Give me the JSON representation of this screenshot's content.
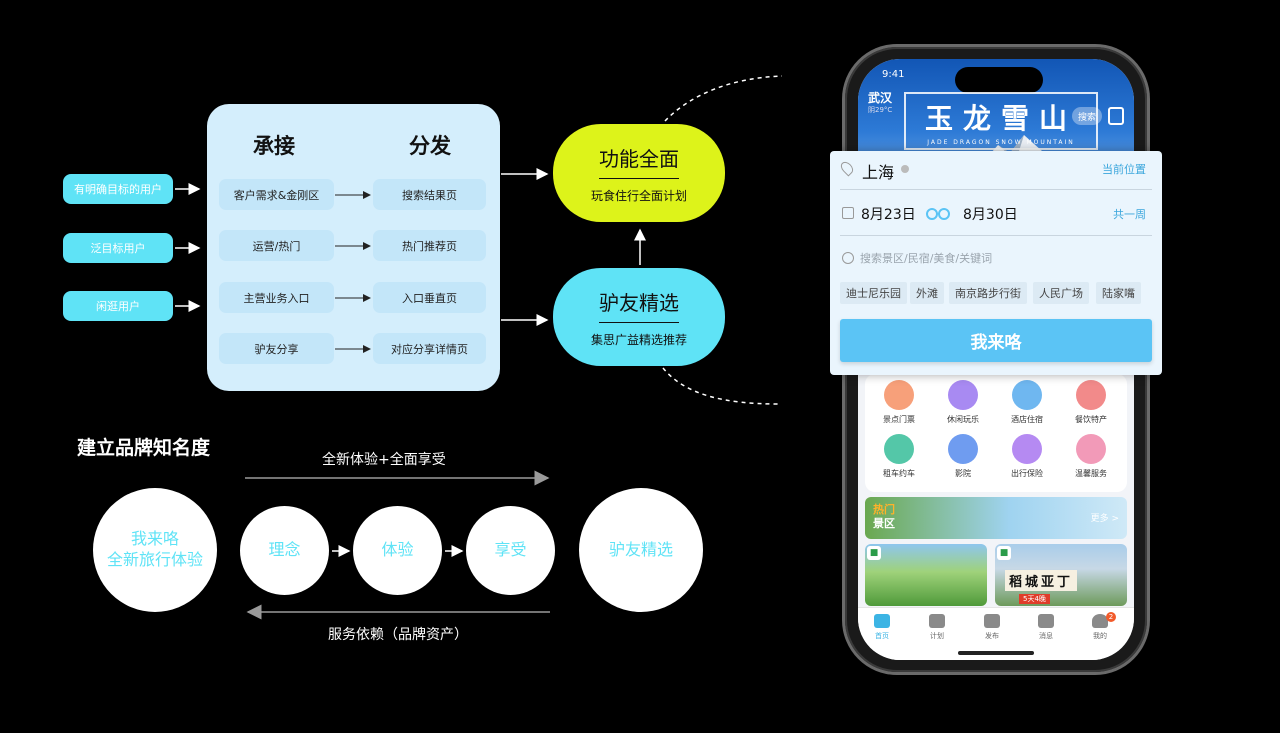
{
  "users": [
    "有明确目标的用户",
    "泛目标用户",
    "闲逛用户"
  ],
  "flow": {
    "col_left": "承接",
    "col_right": "分发",
    "rows": [
      {
        "from": "客户需求&金刚区",
        "to": "搜索结果页"
      },
      {
        "from": "运营/热门",
        "to": "热门推荐页"
      },
      {
        "from": "主营业务入口",
        "to": "入口垂直页"
      },
      {
        "from": "驴友分享",
        "to": "对应分享详情页"
      }
    ]
  },
  "feature_blob": {
    "title": "功能全面",
    "subtitle": "玩食住行全面计划"
  },
  "select_blob": {
    "title": "驴友精选",
    "subtitle": "集思广益精选推荐"
  },
  "brand": {
    "title": "建立品牌知名度",
    "top_label": "全新体验+全面享受",
    "bottom_label": "服务依赖（品牌资产）",
    "start_line1": "我来咯",
    "start_line2": "全新旅行体验",
    "steps": [
      "理念",
      "体验",
      "享受"
    ],
    "end": "驴友精选"
  },
  "phone": {
    "time": "9:41",
    "city_mini": "武汉",
    "weather_mini": "阴29°C",
    "hero_title": "玉龙雪山",
    "hero_subtitle": "JADE DRAGON SNOW MOUNTAIN",
    "hero_search": "搜索",
    "grid": [
      {
        "label": "景点门票",
        "color": "#f7a07a"
      },
      {
        "label": "休闲玩乐",
        "color": "#a88af2"
      },
      {
        "label": "酒店住宿",
        "color": "#6fb7f0"
      },
      {
        "label": "餐饮特产",
        "color": "#f28a8a"
      },
      {
        "label": "租车约车",
        "color": "#54c7a8"
      },
      {
        "label": "影院",
        "color": "#6f9cf0"
      },
      {
        "label": "出行保险",
        "color": "#b58af2"
      },
      {
        "label": "温馨服务",
        "color": "#f29ab8"
      }
    ],
    "hot_line1": "热门",
    "hot_line2": "景区",
    "hot_more": "更多 >",
    "pic2_title": "稻城亚丁",
    "pic2_sub": "5天4晚",
    "tabs": [
      "首页",
      "计划",
      "发布",
      "消息",
      "我的"
    ],
    "badge": "2"
  },
  "search_card": {
    "city": "上海",
    "current_location": "当前位置",
    "date_start": "8月23日",
    "date_end": "8月30日",
    "nights": "共一周",
    "placeholder": "搜索景区/民宿/美食/关键词",
    "chips": [
      "迪士尼乐园",
      "外滩",
      "南京路步行街",
      "人民广场",
      "陆家嘴"
    ],
    "button": "我来咯"
  },
  "colors": {
    "accent_cyan": "#5fe3f6",
    "accent_lime": "#ddf31a",
    "panel": "#d4eefc",
    "button": "#5bc4f5"
  }
}
